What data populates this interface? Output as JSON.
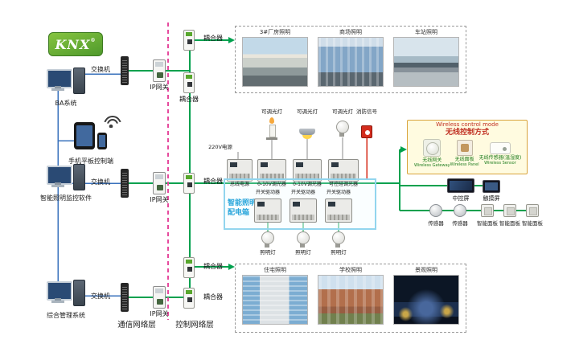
{
  "logo": {
    "text": "KNX",
    "reg": "®"
  },
  "layers": {
    "comm": "通信网络层",
    "ctrl": "控制网络层"
  },
  "workstations": [
    {
      "label": "BA系统"
    },
    {
      "label": "手机平板控制端"
    },
    {
      "label": "智能照明监控软件"
    },
    {
      "label": "综合管理系统"
    }
  ],
  "network": {
    "switch_label": "交换机",
    "gateway_label": "IP网关",
    "coupler_label": "耦合器"
  },
  "top_scenes": {
    "items": [
      {
        "label": "3#厂房照明"
      },
      {
        "label": "商场照明"
      },
      {
        "label": "车站照明"
      }
    ]
  },
  "bottom_scenes": {
    "items": [
      {
        "label": "住宅照明"
      },
      {
        "label": "学校照明"
      },
      {
        "label": "景观照明"
      }
    ]
  },
  "panel": {
    "title_line1": "智能照明",
    "title_line2": "配电箱",
    "power_label": "220V电源",
    "loads": [
      {
        "label": "可调光灯"
      },
      {
        "label": "可调光灯"
      },
      {
        "label": "可调光灯"
      },
      {
        "label": "消防信号"
      }
    ],
    "row1": [
      {
        "label": "总线电源"
      },
      {
        "label": "0-10V调光器"
      },
      {
        "label": "0-10V调光器"
      },
      {
        "label": "可控硅调光器"
      }
    ],
    "row2": [
      {
        "label": "开关驱动器"
      },
      {
        "label": "开关驱动器"
      },
      {
        "label": "开关驱动器"
      }
    ],
    "lamps": [
      {
        "label": "照明灯"
      },
      {
        "label": "照明灯"
      },
      {
        "label": "照明灯"
      }
    ]
  },
  "wireless": {
    "title_en": "Wireless control mode",
    "title_cn": "无线控制方式",
    "devices": [
      {
        "cn": "无线网关",
        "en": "Wireless Gateway"
      },
      {
        "cn": "无线面板",
        "en": "Wireless Panel"
      },
      {
        "cn": "无线传感器(温湿度)",
        "en": "Wireless Sensor"
      }
    ]
  },
  "right_devices": {
    "screens": [
      {
        "label": "中控屏"
      },
      {
        "label": "触摸屏"
      }
    ],
    "row": [
      {
        "label": "传感器"
      },
      {
        "label": "传感器"
      },
      {
        "label": "智能面板"
      },
      {
        "label": "智能面板"
      },
      {
        "label": "智能面板"
      }
    ]
  },
  "colors": {
    "bus_green": "#00a14e",
    "line_blue": "#3a72bc",
    "layer_divider_pink": "#e64a9e",
    "knx_green": "#57a82d",
    "panel_border_blue": "#92d5ee",
    "fire_red": "#d32c1d"
  }
}
